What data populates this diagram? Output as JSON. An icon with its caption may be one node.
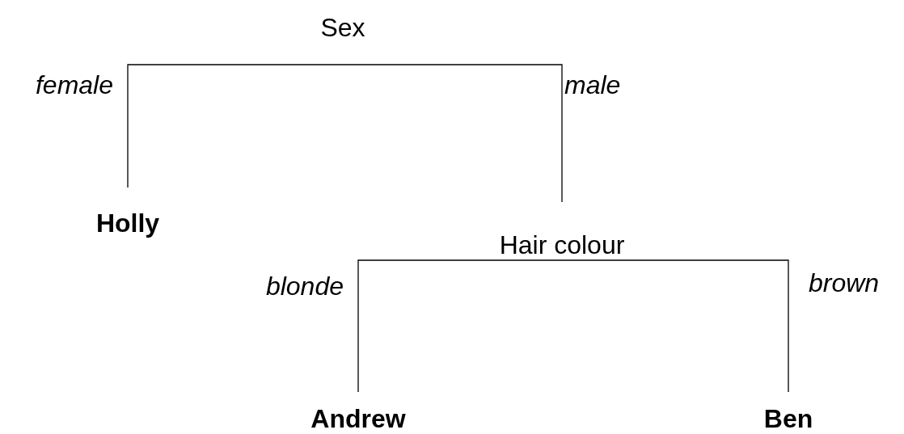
{
  "diagram": {
    "nodes": [
      {
        "text": [
          "Sex"
        ]
      },
      {
        "text": [
          "Holly"
        ]
      },
      {
        "text": [
          "Hair colour"
        ]
      },
      {
        "text": [
          "Andrew"
        ]
      },
      {
        "text": [
          "Ben"
        ]
      }
    ],
    "edges": [
      {
        "from": 0,
        "to": 1,
        "arrow": "none",
        "label": "female"
      },
      {
        "from": 0,
        "to": 2,
        "arrow": "none",
        "label": "male"
      },
      {
        "from": 2,
        "to": 3,
        "arrow": "none",
        "label": "blonde"
      },
      {
        "from": 2,
        "to": 4,
        "arrow": "none",
        "label": "brown"
      }
    ]
  }
}
